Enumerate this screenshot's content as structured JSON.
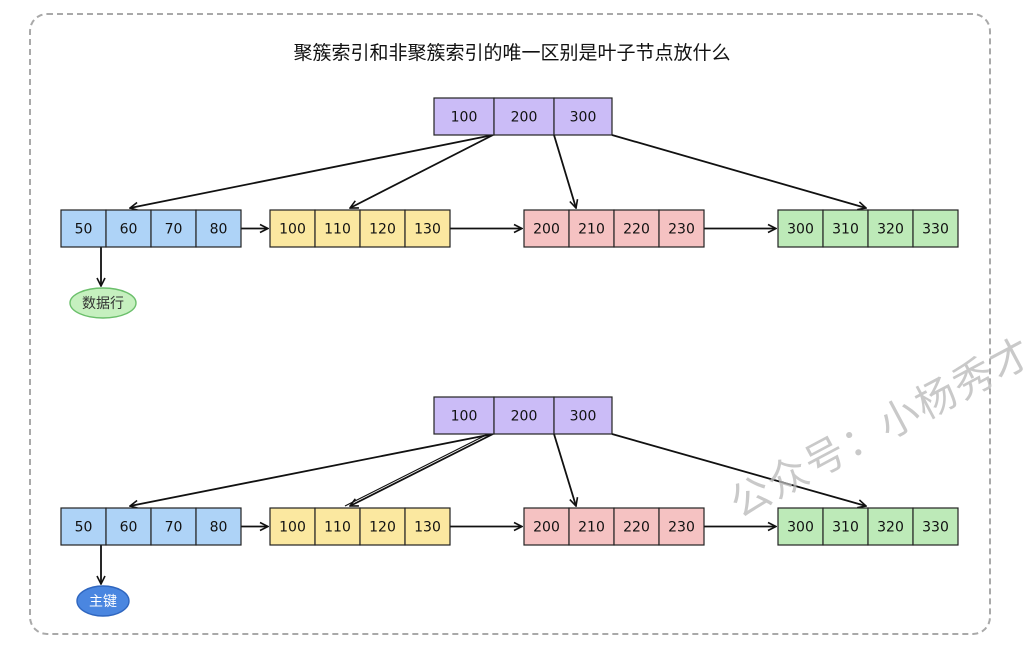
{
  "title": "聚簇索引和非聚簇索引的唯一区别是叶子节点放什么",
  "colors": {
    "root": "#cbbcf7",
    "leaf_blue": "#aed3f7",
    "leaf_yellow": "#fbe8a0",
    "leaf_pink": "#f5c2c2",
    "leaf_green": "#bdeab8",
    "ellipse_green": "#c6f0bf",
    "ellipse_blue": "#4a86e0"
  },
  "trees": [
    {
      "id": "clustered",
      "root": [
        "100",
        "200",
        "300"
      ],
      "leaves": [
        [
          "50",
          "60",
          "70",
          "80"
        ],
        [
          "100",
          "110",
          "120",
          "130"
        ],
        [
          "200",
          "210",
          "220",
          "230"
        ],
        [
          "300",
          "310",
          "320",
          "330"
        ]
      ],
      "leaf_payload": "数据行"
    },
    {
      "id": "non-clustered",
      "root": [
        "100",
        "200",
        "300"
      ],
      "leaves": [
        [
          "50",
          "60",
          "70",
          "80"
        ],
        [
          "100",
          "110",
          "120",
          "130"
        ],
        [
          "200",
          "210",
          "220",
          "230"
        ],
        [
          "300",
          "310",
          "320",
          "330"
        ]
      ],
      "leaf_payload": "主键"
    }
  ],
  "watermark": "公众号：小杨秀才"
}
